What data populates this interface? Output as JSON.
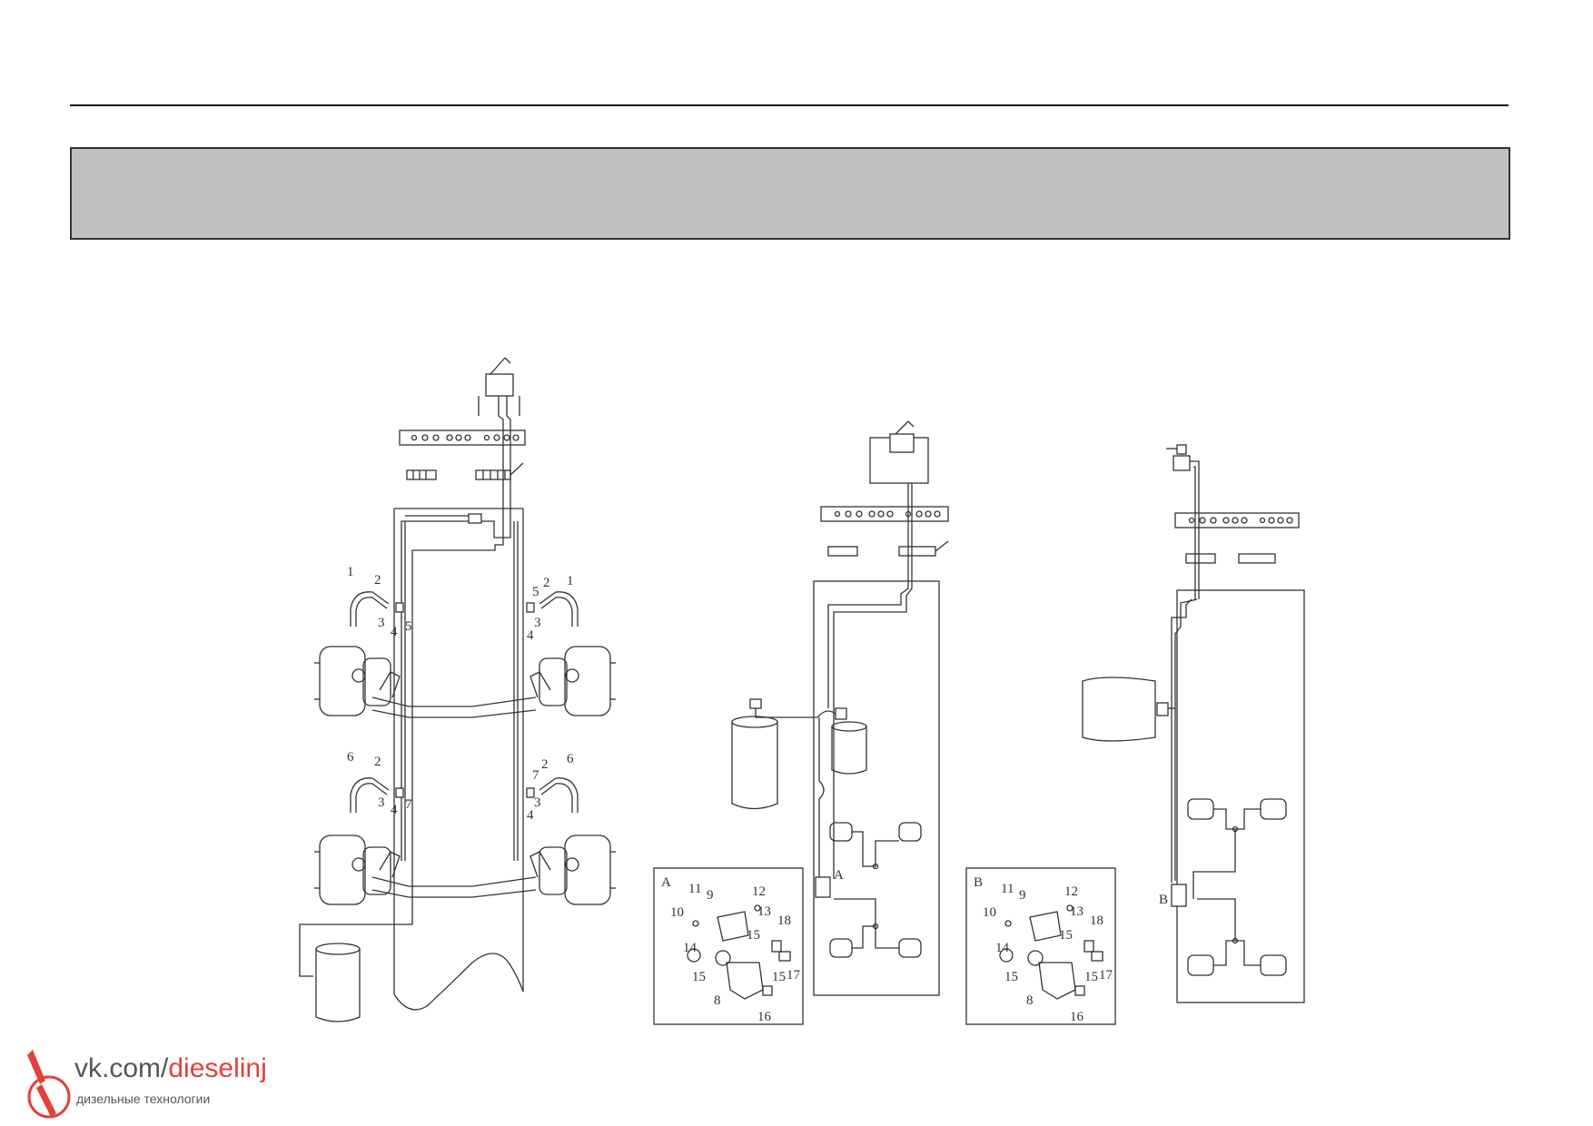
{
  "callouts": {
    "left": {
      "a1": "1",
      "a2": "2",
      "a3": "3",
      "a4": "4",
      "a5": "5",
      "b1": "5",
      "b2": "2",
      "b3": "1",
      "b4": "3",
      "b5": "4",
      "c1": "6",
      "c2": "2",
      "c3": "3",
      "c4": "4",
      "c5": "7",
      "d1": "7",
      "d2": "2",
      "d3": "6",
      "d4": "3",
      "d5": "4"
    },
    "detailA": {
      "tag": "A",
      "n8": "8",
      "n9": "9",
      "n10": "10",
      "n11": "11",
      "n12": "12",
      "n13": "13",
      "n14": "14",
      "n15a": "15",
      "n15b": "15",
      "n15c": "15",
      "n16": "16",
      "n17": "17",
      "n18": "18"
    },
    "detailB": {
      "tag": "B",
      "n8": "8",
      "n9": "9",
      "n10": "10",
      "n11": "11",
      "n12": "12",
      "n13": "13",
      "n14": "14",
      "n15a": "15",
      "n15b": "15",
      "n15c": "15",
      "n16": "16",
      "n17": "17",
      "n18": "18"
    },
    "middle": {
      "a": "A"
    },
    "right": {
      "b": "B"
    }
  },
  "logo": {
    "main_prefix": "vk.com/",
    "main_accent": "dieselinj",
    "subtitle": "дизельные технологии"
  },
  "colors": {
    "banner": "#c0c0c0",
    "line": "#333333",
    "accent": "#e2403b"
  }
}
